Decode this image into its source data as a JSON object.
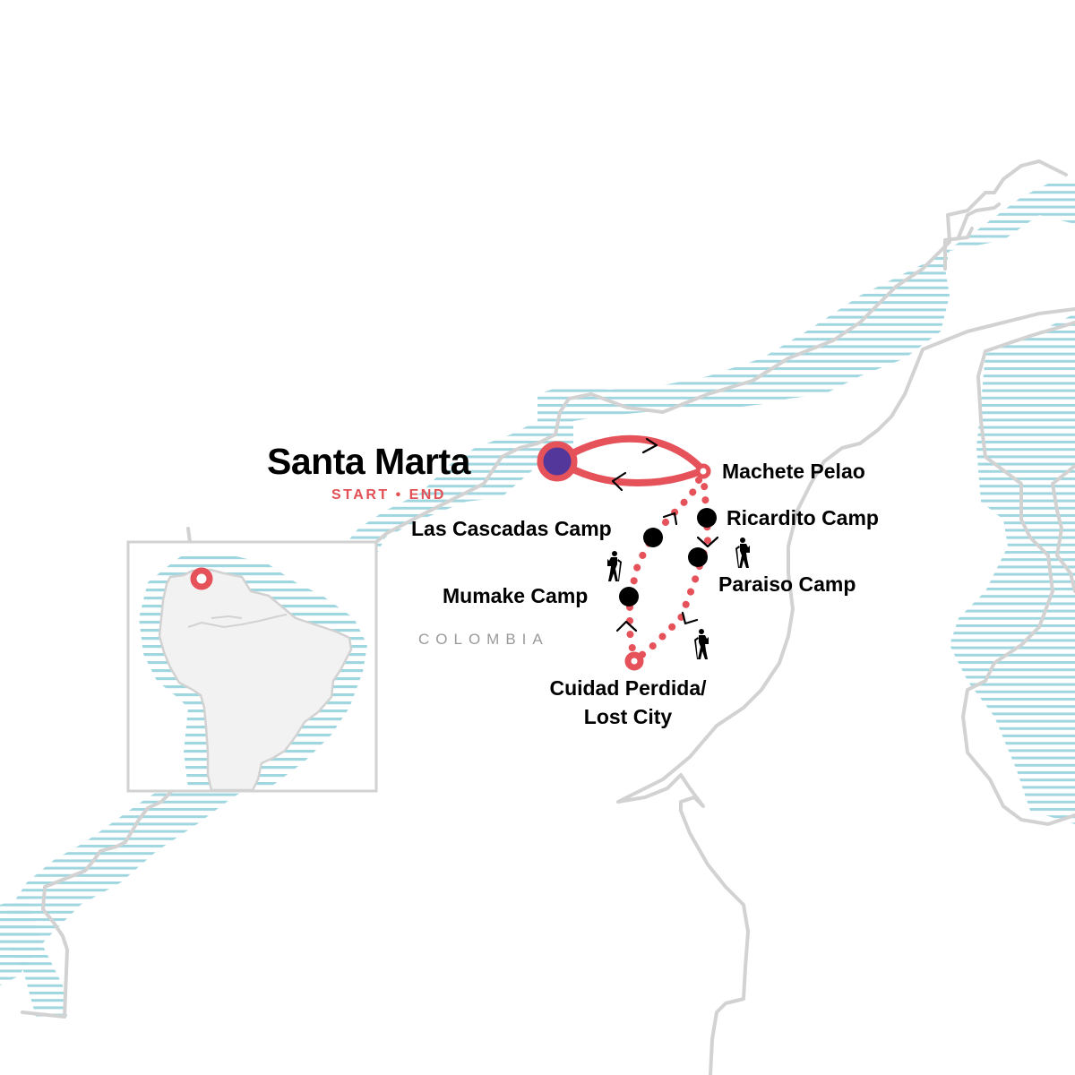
{
  "map": {
    "country_label": "COLOMBIA",
    "colors": {
      "route": "#e5525a",
      "start_fill": "#54379a",
      "stop_fill": "#000000",
      "coast": "#d2d2d2",
      "water_hatch": "#9fd6df",
      "inset_land": "#f2f2f2"
    },
    "start_end": {
      "name": "Santa Marta",
      "sub_label": "START • END"
    },
    "stops": [
      {
        "name": "Machete Pelao",
        "type": "overnight-ring"
      },
      {
        "name": "Ricardito Camp",
        "type": "stop"
      },
      {
        "name": "Paraiso Camp",
        "type": "stop"
      },
      {
        "name": "Cuidad Perdida/",
        "name_line2": "Lost City",
        "type": "destination-ring"
      },
      {
        "name": "Mumake Camp",
        "type": "stop"
      },
      {
        "name": "Las Cascadas Camp",
        "type": "stop"
      }
    ],
    "transport_icons": [
      "hiker-icon",
      "hiker-icon",
      "hiker-icon"
    ],
    "inset": {
      "region": "South America",
      "marker": "location-ring"
    }
  }
}
